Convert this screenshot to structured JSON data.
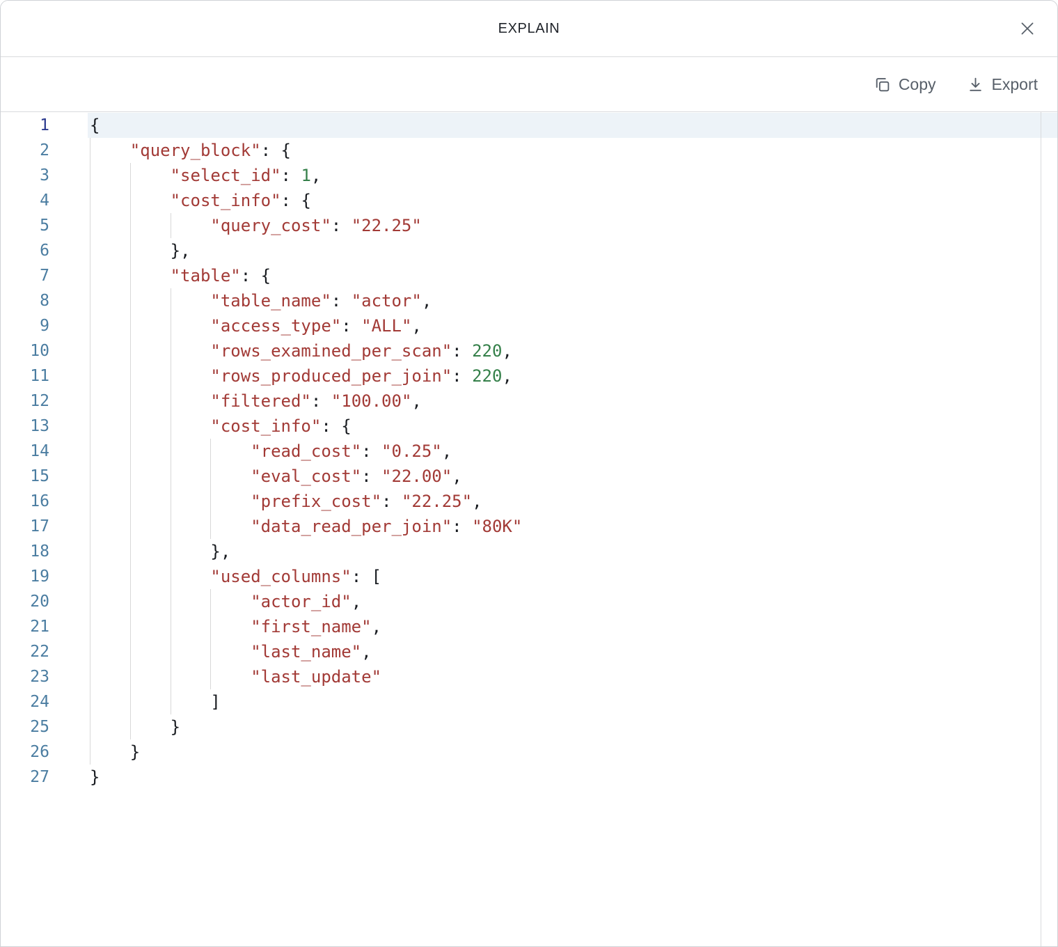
{
  "dialog": {
    "title": "EXPLAIN"
  },
  "toolbar": {
    "copy_label": "Copy",
    "export_label": "Export"
  },
  "editor": {
    "active_line": 1,
    "total_lines": 27,
    "lines": [
      {
        "indent": 0,
        "tokens": [
          [
            "punc",
            "{"
          ]
        ]
      },
      {
        "indent": 1,
        "tokens": [
          [
            "key",
            "\"query_block\""
          ],
          [
            "punc",
            ": {"
          ]
        ]
      },
      {
        "indent": 2,
        "tokens": [
          [
            "key",
            "\"select_id\""
          ],
          [
            "punc",
            ": "
          ],
          [
            "num",
            "1"
          ],
          [
            "punc",
            ","
          ]
        ]
      },
      {
        "indent": 2,
        "tokens": [
          [
            "key",
            "\"cost_info\""
          ],
          [
            "punc",
            ": {"
          ]
        ]
      },
      {
        "indent": 3,
        "tokens": [
          [
            "key",
            "\"query_cost\""
          ],
          [
            "punc",
            ": "
          ],
          [
            "str",
            "\"22.25\""
          ]
        ]
      },
      {
        "indent": 2,
        "tokens": [
          [
            "punc",
            "},"
          ]
        ]
      },
      {
        "indent": 2,
        "tokens": [
          [
            "key",
            "\"table\""
          ],
          [
            "punc",
            ": {"
          ]
        ]
      },
      {
        "indent": 3,
        "tokens": [
          [
            "key",
            "\"table_name\""
          ],
          [
            "punc",
            ": "
          ],
          [
            "str",
            "\"actor\""
          ],
          [
            "punc",
            ","
          ]
        ]
      },
      {
        "indent": 3,
        "tokens": [
          [
            "key",
            "\"access_type\""
          ],
          [
            "punc",
            ": "
          ],
          [
            "str",
            "\"ALL\""
          ],
          [
            "punc",
            ","
          ]
        ]
      },
      {
        "indent": 3,
        "tokens": [
          [
            "key",
            "\"rows_examined_per_scan\""
          ],
          [
            "punc",
            ": "
          ],
          [
            "num",
            "220"
          ],
          [
            "punc",
            ","
          ]
        ]
      },
      {
        "indent": 3,
        "tokens": [
          [
            "key",
            "\"rows_produced_per_join\""
          ],
          [
            "punc",
            ": "
          ],
          [
            "num",
            "220"
          ],
          [
            "punc",
            ","
          ]
        ]
      },
      {
        "indent": 3,
        "tokens": [
          [
            "key",
            "\"filtered\""
          ],
          [
            "punc",
            ": "
          ],
          [
            "str",
            "\"100.00\""
          ],
          [
            "punc",
            ","
          ]
        ]
      },
      {
        "indent": 3,
        "tokens": [
          [
            "key",
            "\"cost_info\""
          ],
          [
            "punc",
            ": {"
          ]
        ]
      },
      {
        "indent": 4,
        "tokens": [
          [
            "key",
            "\"read_cost\""
          ],
          [
            "punc",
            ": "
          ],
          [
            "str",
            "\"0.25\""
          ],
          [
            "punc",
            ","
          ]
        ]
      },
      {
        "indent": 4,
        "tokens": [
          [
            "key",
            "\"eval_cost\""
          ],
          [
            "punc",
            ": "
          ],
          [
            "str",
            "\"22.00\""
          ],
          [
            "punc",
            ","
          ]
        ]
      },
      {
        "indent": 4,
        "tokens": [
          [
            "key",
            "\"prefix_cost\""
          ],
          [
            "punc",
            ": "
          ],
          [
            "str",
            "\"22.25\""
          ],
          [
            "punc",
            ","
          ]
        ]
      },
      {
        "indent": 4,
        "tokens": [
          [
            "key",
            "\"data_read_per_join\""
          ],
          [
            "punc",
            ": "
          ],
          [
            "str",
            "\"80K\""
          ]
        ]
      },
      {
        "indent": 3,
        "tokens": [
          [
            "punc",
            "},"
          ]
        ]
      },
      {
        "indent": 3,
        "tokens": [
          [
            "key",
            "\"used_columns\""
          ],
          [
            "punc",
            ": ["
          ]
        ]
      },
      {
        "indent": 4,
        "tokens": [
          [
            "str",
            "\"actor_id\""
          ],
          [
            "punc",
            ","
          ]
        ]
      },
      {
        "indent": 4,
        "tokens": [
          [
            "str",
            "\"first_name\""
          ],
          [
            "punc",
            ","
          ]
        ]
      },
      {
        "indent": 4,
        "tokens": [
          [
            "str",
            "\"last_name\""
          ],
          [
            "punc",
            ","
          ]
        ]
      },
      {
        "indent": 4,
        "tokens": [
          [
            "str",
            "\"last_update\""
          ]
        ]
      },
      {
        "indent": 3,
        "tokens": [
          [
            "punc",
            "]"
          ]
        ]
      },
      {
        "indent": 2,
        "tokens": [
          [
            "punc",
            "}"
          ]
        ]
      },
      {
        "indent": 1,
        "tokens": [
          [
            "punc",
            "}"
          ]
        ]
      },
      {
        "indent": 0,
        "tokens": [
          [
            "punc",
            "}"
          ]
        ]
      }
    ]
  },
  "colors": {
    "key": "#a23a36",
    "string": "#a23a36",
    "number": "#35804a",
    "punct": "#181b20",
    "line_number": "#4b7da1",
    "active_line_number": "#2b3a8e",
    "active_line_bg": "#edf3f8",
    "indent_guide": "#d8d8d8",
    "toolbar_text": "#575f69",
    "border": "#d9dadd"
  }
}
